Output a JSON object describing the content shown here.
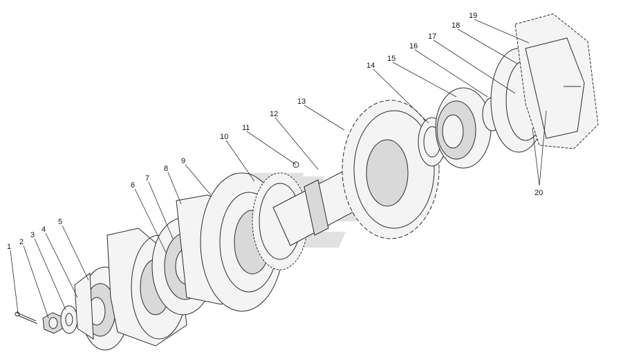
{
  "labels": {
    "l1": "1",
    "l2": "2",
    "l3": "3",
    "l4": "4",
    "l5": "5",
    "l6": "6",
    "l7": "7",
    "l8": "8",
    "l9": "9",
    "l10": "10",
    "l11": "11",
    "l12": "12",
    "l13": "13",
    "l14": "14",
    "l15": "15",
    "l16": "16",
    "l17": "17",
    "l18": "18",
    "l19": "19",
    "l20": "20"
  },
  "colors": {
    "line": "#2a2a2a",
    "fill": "#f4f4f4",
    "watermark": "#c8ccc8"
  }
}
